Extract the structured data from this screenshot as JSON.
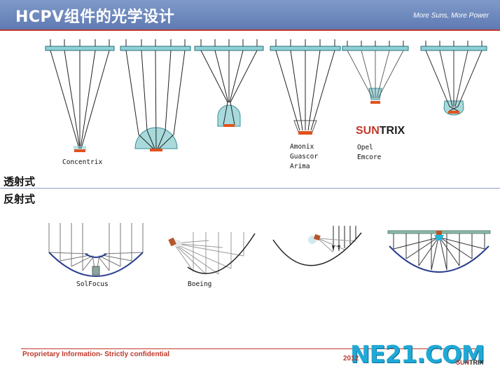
{
  "header": {
    "title": "HCPV组件的光学设计",
    "tagline": "More Suns, More Power"
  },
  "transmissive": {
    "section_label": "透射式",
    "labels": {
      "concentrix": "Concentrix",
      "amonix": "Amonix\nGuascor\nArima",
      "opel": "Opel\nEmcore"
    },
    "logo": {
      "part1": "SUN",
      "part2": "TRIX"
    }
  },
  "reflective": {
    "section_label": "反射式",
    "labels": {
      "solfocus": "SolFocus",
      "boeing": "Boeing"
    }
  },
  "footer": {
    "confidential": "Proprietary Information- Strictly confidential",
    "year": "2012",
    "watermark": "NE21.COM",
    "logo": {
      "part1": "SUN",
      "part2": "TRIX"
    }
  }
}
